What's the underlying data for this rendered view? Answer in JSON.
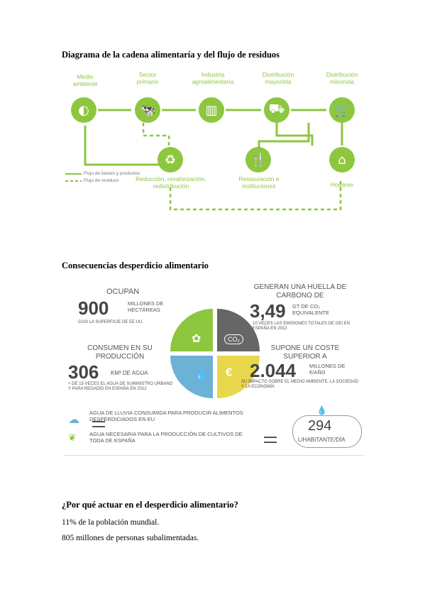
{
  "section1": {
    "title": "Diagrama de la cadena alimentaría y del flujo de residuos",
    "nodes": {
      "medio": "Medio ambiente",
      "sector": "Sector primario",
      "industria": "Industria agroalimentaria",
      "dist_mayor": "Distribución mayorista",
      "dist_minor": "Distribución minorista",
      "reduccion": "Reducción, revalorización, redistribución",
      "restauracion": "Restauración e instituciones",
      "hogares": "Hogares"
    },
    "legend": {
      "bienes": "Flujo de bienes y productos",
      "residuos": "Flujo de residuos"
    },
    "accent": "#8dc63f"
  },
  "section2": {
    "title": "Consecuencias desperdicio alimentario",
    "ocupan": {
      "heading": "OCUPAN",
      "value": "900",
      "unit": "MILLONES DE HECTÁREAS",
      "note": "CASI LA SUPERFICIE DE EE.UU."
    },
    "huella": {
      "heading": "GENERAN UNA HUELLA DE CARBONO DE",
      "value": "3,49",
      "unit": "GT DE CO₂ EQUIVALENTE",
      "note": "10 VECES LAS EMISIONES TOTALES DE GEI EN ESPAÑA EN 2012"
    },
    "consumen": {
      "heading": "CONSUMEN EN SU PRODUCCIÓN",
      "value": "306",
      "unit": "KM³ DE AGUA",
      "note": "+ DE 15 VECES EL AGUA DE SUMINISTRO URBANO Y PARA REGADÍO EN ESPAÑA EN 2012"
    },
    "coste": {
      "heading": "SUPONE UN COSTE SUPERIOR A",
      "value": "2.044",
      "unit": "MILLONES DE €/AÑO",
      "note": "SU IMPACTO SOBRE EL MEDIO AMBIENTE, LA SOCIEDAD Y LA ECONOMÍA"
    },
    "circle_co2": "CO₂",
    "circle_euro": "€",
    "lluvia": "AGUA DE LLUVIA CONSUMIDA PARA PRODUCIR ALIMENTOS DESPERDICIADOS EN EU",
    "necesaria": "AGUA NECESARIA PARA LA PRODUCCIÓN DE CULTIVOS DE TODA DE ESPAÑA",
    "litros_value": "294",
    "litros_unit": "L/HABITANTE/DÍA"
  },
  "section3": {
    "title": "¿Por qué actuar en el desperdicio alimentario?",
    "line1": "11% de la población mundial.",
    "line2": "805 millones de personas subalimentadas."
  }
}
